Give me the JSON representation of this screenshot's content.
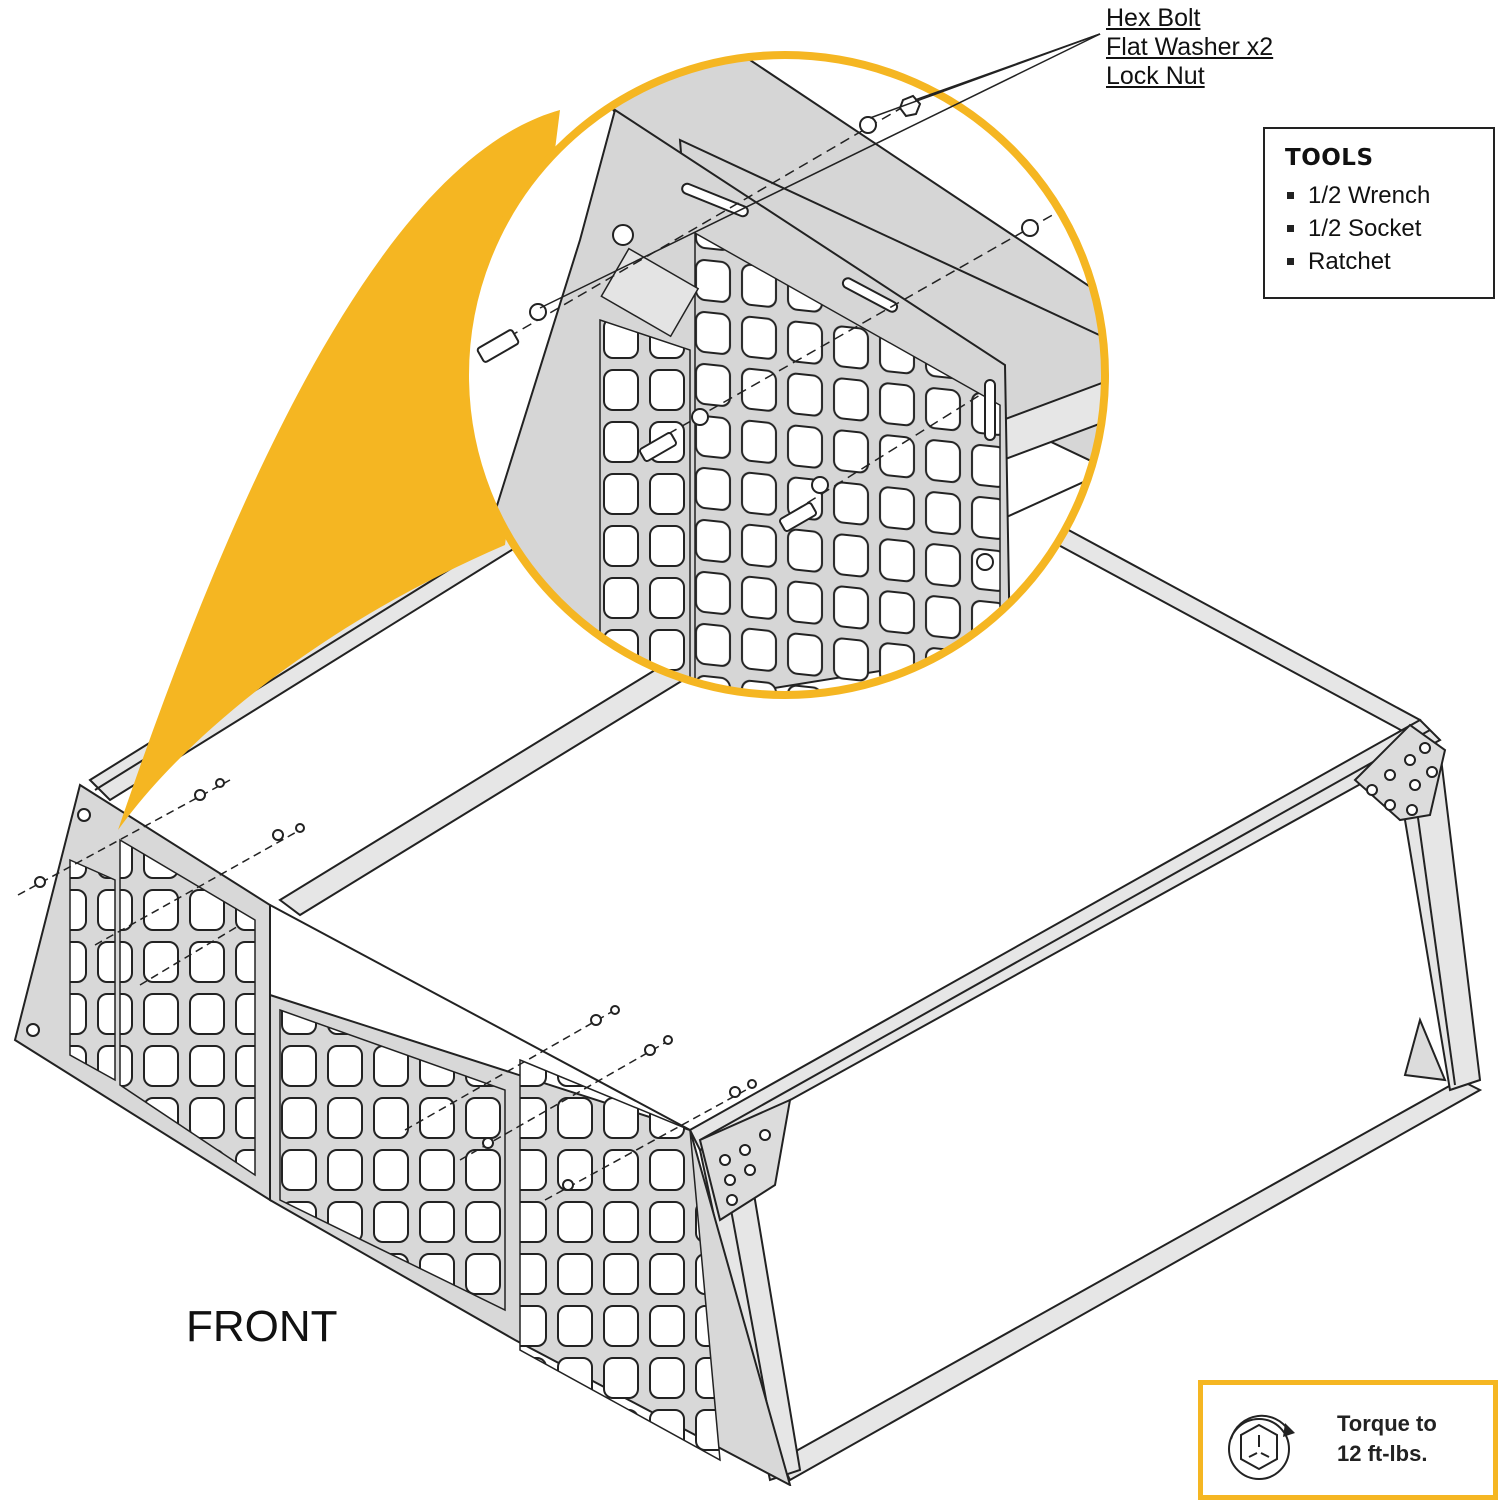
{
  "callout": {
    "hardware": [
      "Hex Bolt",
      "Flat Washer x2",
      "Lock Nut"
    ]
  },
  "tools": {
    "title": "TOOLS",
    "items": [
      "1/2 Wrench",
      "1/2 Socket",
      "Ratchet"
    ]
  },
  "view_label": "FRONT",
  "torque": {
    "line1": "Torque to",
    "line2": "12 ft-lbs."
  },
  "colors": {
    "accent": "#F5B622",
    "panel": "#d8d8d8",
    "line": "#222222"
  },
  "icons": [
    "hex-bolt-icon",
    "flat-washer-icon",
    "lock-nut-icon",
    "torque-wrench-icon"
  ]
}
